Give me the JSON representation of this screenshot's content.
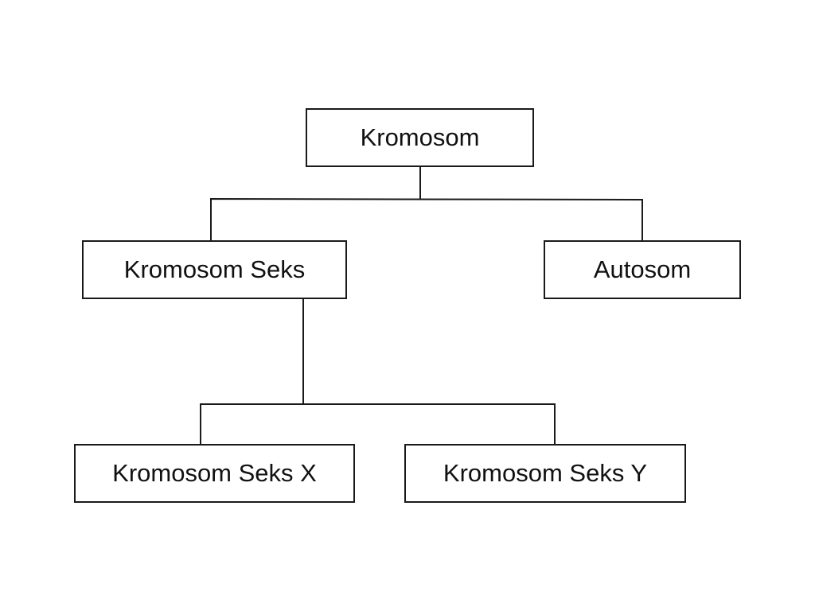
{
  "diagram": {
    "type": "tree",
    "nodes": {
      "root": "Kromosom",
      "sex": "Kromosom Seks",
      "autosome": "Autosom",
      "sex_x": "Kromosom Seks X",
      "sex_y": "Kromosom Seks Y"
    },
    "edges": [
      [
        "root",
        "sex"
      ],
      [
        "root",
        "autosome"
      ],
      [
        "sex",
        "sex_x"
      ],
      [
        "sex",
        "sex_y"
      ]
    ]
  }
}
